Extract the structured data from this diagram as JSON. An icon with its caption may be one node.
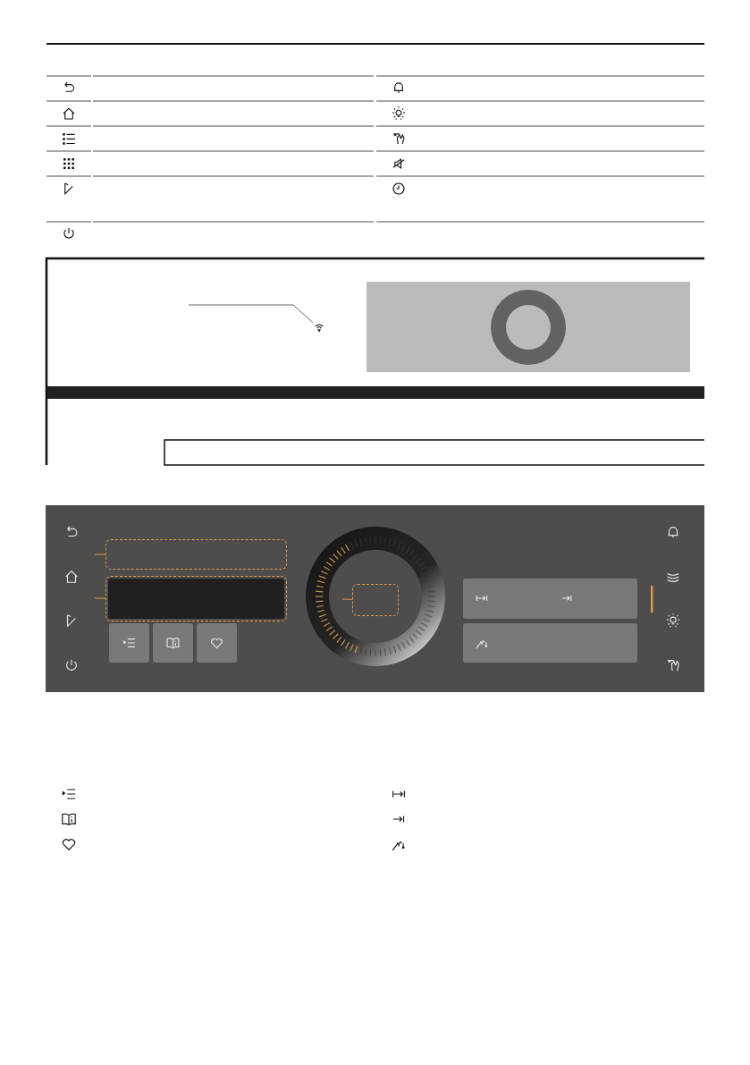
{
  "diagram": {
    "nodes": [
      {
        "text": [],
        "shape": "icon"
      },
      {
        "text": [],
        "shape": "box"
      },
      {
        "text": [],
        "shape": "box"
      },
      {
        "text": [],
        "shape": "box"
      }
    ],
    "edges": [
      {
        "from": null,
        "to": 0,
        "arrow": "none",
        "color": "#666666"
      },
      {
        "from": null,
        "to": 1,
        "arrow": "none"
      },
      {
        "from": null,
        "to": 2,
        "arrow": "none"
      },
      {
        "from": null,
        "to": 3,
        "arrow": "none"
      }
    ]
  }
}
